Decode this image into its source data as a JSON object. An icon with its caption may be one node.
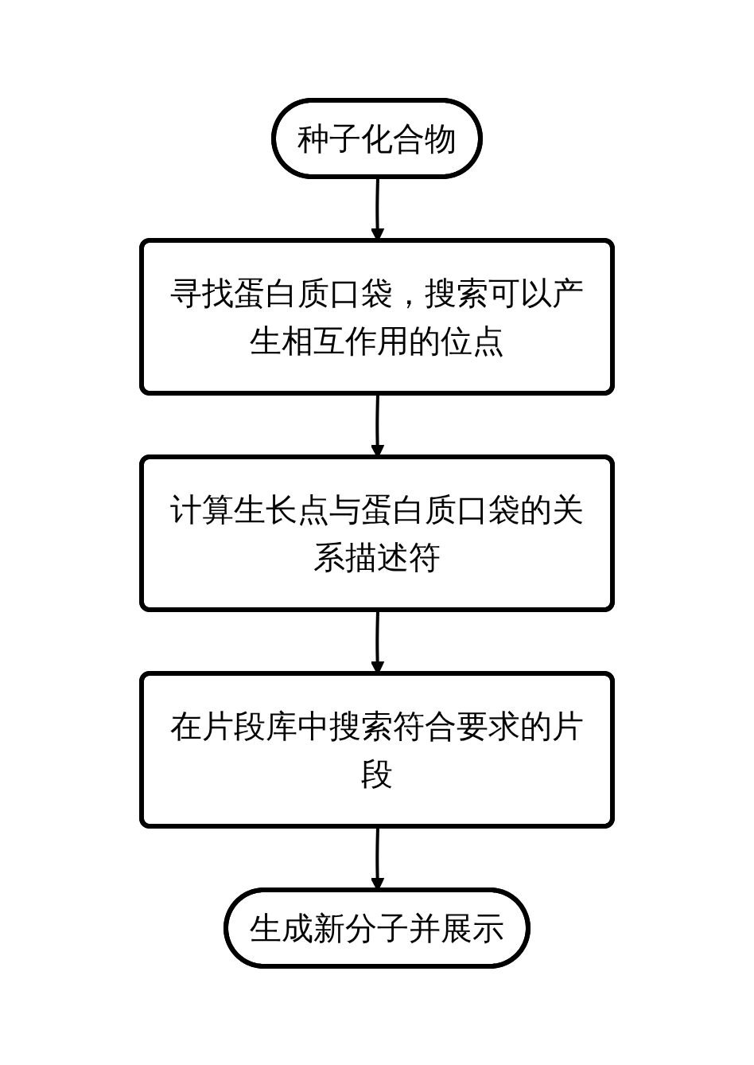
{
  "diagram": {
    "nodes": [
      {
        "text": [
          "种子化合物"
        ]
      },
      {
        "text": [
          "寻找蛋白质口袋，搜索可以产生相互作用的位点"
        ]
      },
      {
        "text": [
          "计算生长点与蛋白质口袋的关系描述符"
        ]
      },
      {
        "text": [
          "在片段库中搜索符合要求的片段"
        ]
      },
      {
        "text": [
          "生成新分子并展示"
        ]
      }
    ],
    "edges": [
      {
        "from": 0,
        "to": 1,
        "arrow": "to"
      },
      {
        "from": 1,
        "to": 2,
        "arrow": "to"
      },
      {
        "from": 2,
        "to": 3,
        "arrow": "to"
      },
      {
        "from": 3,
        "to": 4,
        "arrow": "to"
      }
    ]
  }
}
